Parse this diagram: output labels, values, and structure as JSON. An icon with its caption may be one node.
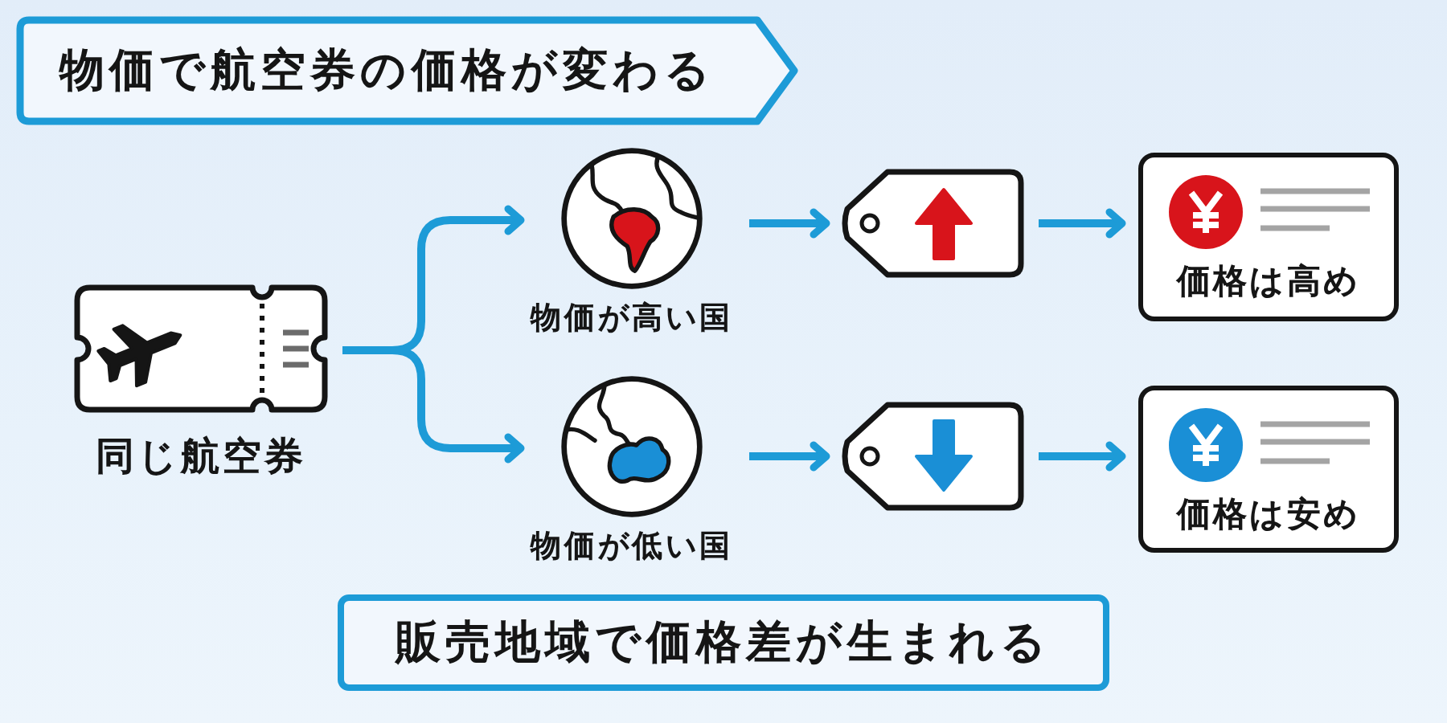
{
  "diagram": {
    "title": "物価で航空券の価格が変わる",
    "caption": "販売地域で価格差が生まれる",
    "nodes": [
      {
        "text": [
          "同じ航空券"
        ]
      },
      {
        "text": [
          "物価が高い国"
        ]
      },
      {
        "text": [
          "物価が低い国"
        ]
      },
      {
        "text": [],
        "shape": "picture"
      },
      {
        "text": [],
        "shape": "picture"
      },
      {
        "text": [
          "価格は高め"
        ]
      },
      {
        "text": [
          "価格は安め"
        ]
      }
    ],
    "edges": [
      {
        "from": 0,
        "to": 1,
        "arrow": "to"
      },
      {
        "from": 0,
        "to": 2,
        "arrow": "to"
      },
      {
        "from": 1,
        "to": 3,
        "arrow": "to"
      },
      {
        "from": 2,
        "to": 4,
        "arrow": "to"
      },
      {
        "from": 3,
        "to": 5,
        "arrow": "to"
      },
      {
        "from": 4,
        "to": 6,
        "arrow": "to"
      }
    ]
  }
}
